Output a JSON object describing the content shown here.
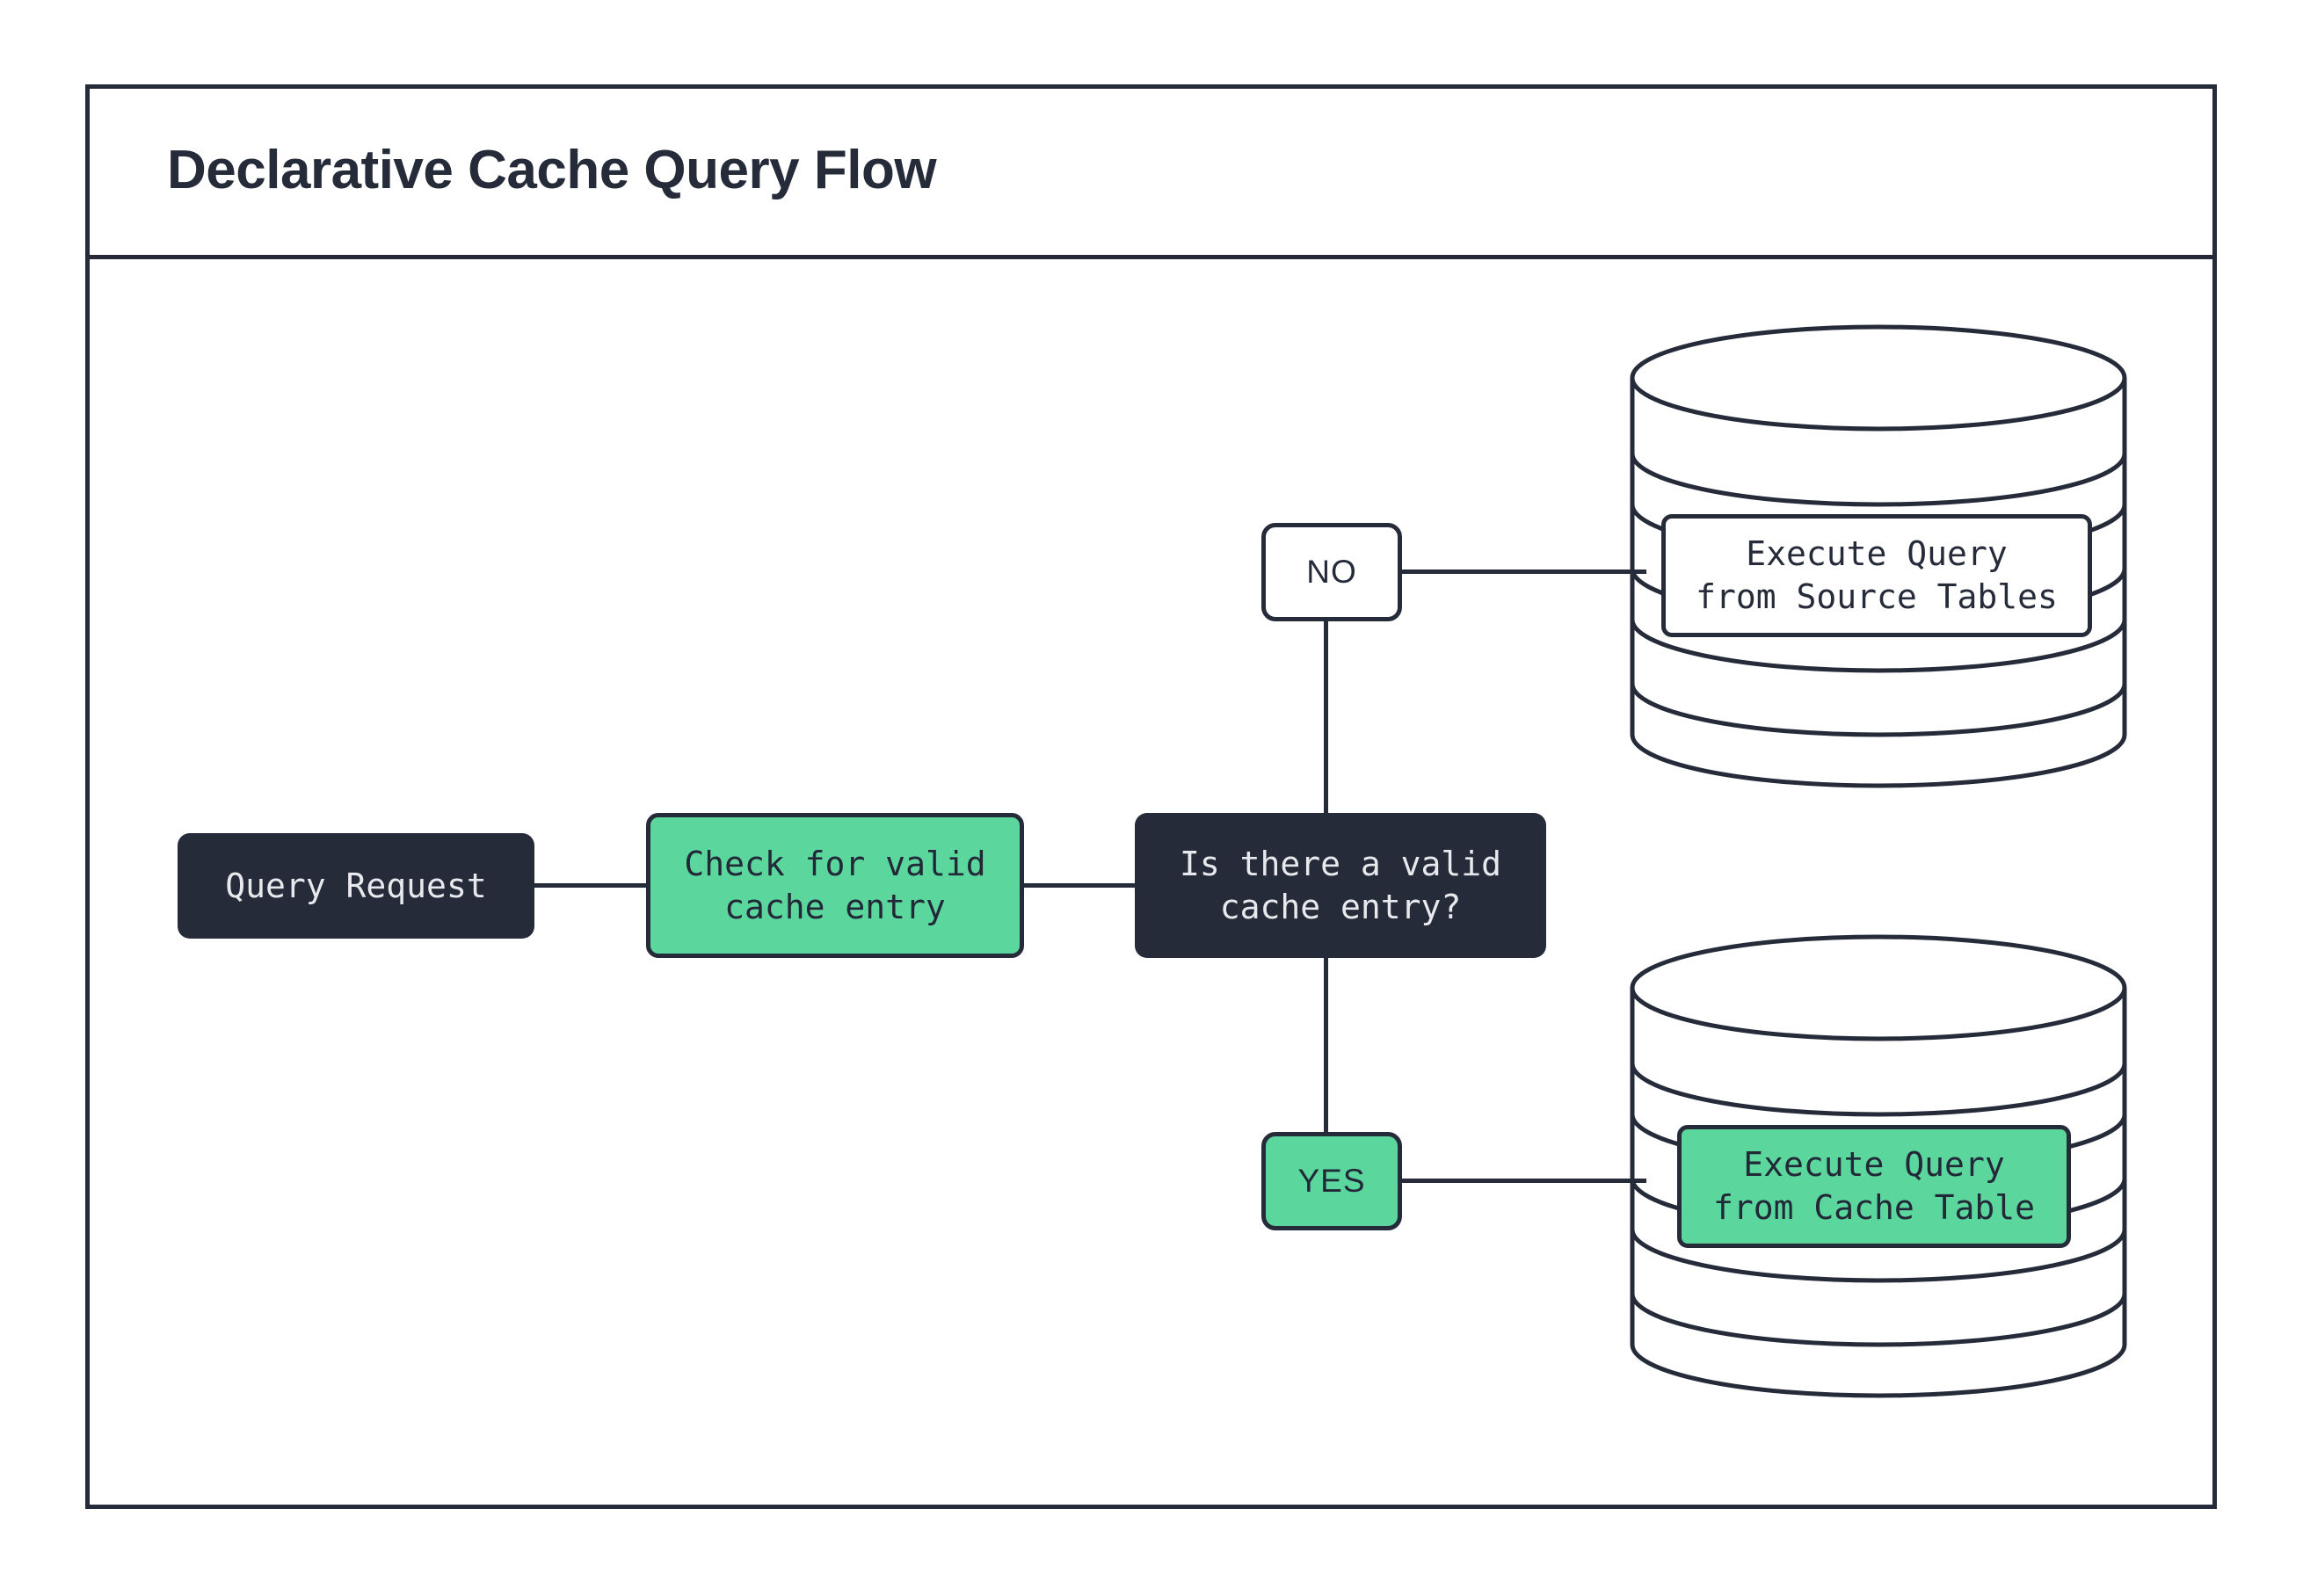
{
  "diagram": {
    "title": "Declarative Cache Query Flow",
    "type": "flowchart",
    "colors": {
      "dark": "#262B3A",
      "green": "#5BD79D",
      "white": "#FFFFFF",
      "text_light": "#E8E9ED"
    },
    "nodes": {
      "query_request": {
        "label": "Query Request",
        "style": "dark-filled"
      },
      "check_cache": {
        "label": "Check for valid\ncache entry",
        "style": "green-filled"
      },
      "decision": {
        "label": "Is there a valid\ncache entry?",
        "style": "dark-filled"
      },
      "source_db": {
        "label": "Execute Query\nfrom Source Tables",
        "style": "white-filled",
        "shape": "database-cylinder"
      },
      "cache_db": {
        "label": "Execute Query\nfrom Cache Table",
        "style": "green-filled",
        "shape": "database-cylinder"
      }
    },
    "branch_labels": {
      "no": "NO",
      "yes": "YES"
    },
    "edges": [
      {
        "from": "query_request",
        "to": "check_cache",
        "label": ""
      },
      {
        "from": "check_cache",
        "to": "decision",
        "label": ""
      },
      {
        "from": "decision",
        "to": "source_db",
        "label": "NO"
      },
      {
        "from": "decision",
        "to": "cache_db",
        "label": "YES"
      }
    ]
  }
}
